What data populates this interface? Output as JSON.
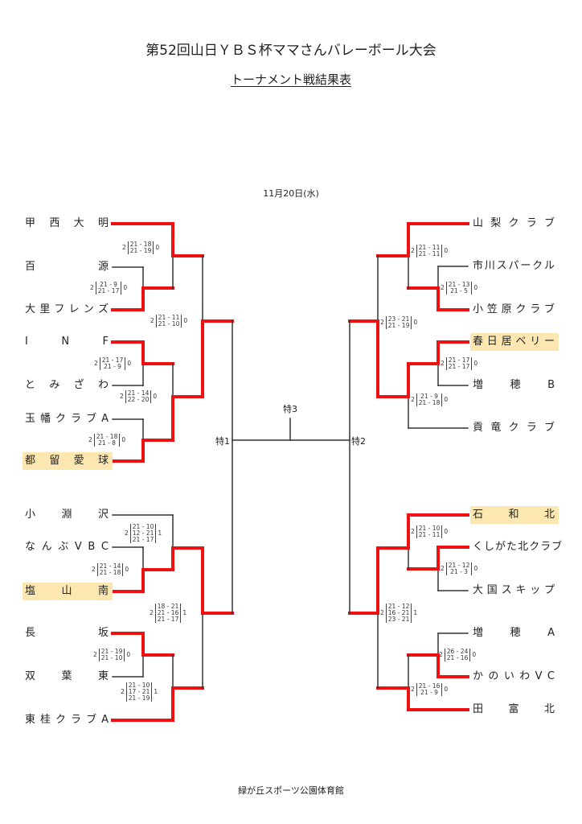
{
  "header": {
    "title": "第52回山日ＹＢＳ杯ママさんバレーボール大会",
    "subtitle": "トーナメント戦結果表",
    "date": "11月20日(水)"
  },
  "footer": {
    "venue": "緑が丘スポーツ公園体育館"
  },
  "colors": {
    "winner_line": "#ee1111",
    "loser_line": "#333333",
    "highlight": "#fde7b0"
  },
  "finals": {
    "left_label": "特1",
    "right_label": "特2",
    "center_label": "特3"
  },
  "left_teams": [
    {
      "name": "甲西大明",
      "highlight": false
    },
    {
      "name": "百源",
      "highlight": false
    },
    {
      "name": "大里フレンズ",
      "highlight": false
    },
    {
      "name": "INF",
      "highlight": false
    },
    {
      "name": "とみざわ",
      "highlight": false
    },
    {
      "name": "玉幡クラブA",
      "highlight": false
    },
    {
      "name": "都留愛球",
      "highlight": true
    },
    {
      "name": "小淵沢",
      "highlight": false
    },
    {
      "name": "なんぶVBC",
      "highlight": false
    },
    {
      "name": "塩山南",
      "highlight": true
    },
    {
      "name": "長坂",
      "highlight": false
    },
    {
      "name": "双葉東",
      "highlight": false
    },
    {
      "name": "東桂クラブA",
      "highlight": false
    }
  ],
  "right_teams": [
    {
      "name": "山梨クラブ",
      "highlight": false
    },
    {
      "name": "市川スパークル",
      "highlight": false
    },
    {
      "name": "小笠原クラブ",
      "highlight": false
    },
    {
      "name": "春日居ベリー",
      "highlight": true
    },
    {
      "name": "増穂B",
      "highlight": false
    },
    {
      "name": "貢竜クラブ",
      "highlight": false
    },
    {
      "name": "石和北",
      "highlight": true
    },
    {
      "name": "くしがた北クラブ",
      "highlight": false
    },
    {
      "name": "大国スキップ",
      "highlight": false
    },
    {
      "name": "増穂A",
      "highlight": false
    },
    {
      "name": "かのいわVC",
      "highlight": false
    },
    {
      "name": "田富北",
      "highlight": false
    }
  ],
  "matches": [
    {
      "id": "L1",
      "side": "left",
      "winner_sets": 2,
      "loser_sets": 0,
      "sets": [
        "21 - 9",
        "21 - 17"
      ],
      "winner": "大里フレンズ"
    },
    {
      "id": "L2",
      "side": "left",
      "winner_sets": 2,
      "loser_sets": 0,
      "sets": [
        "21 - 18",
        "21 - 19"
      ],
      "winner": "甲西大明"
    },
    {
      "id": "L3",
      "side": "left",
      "winner_sets": 2,
      "loser_sets": 0,
      "sets": [
        "21 - 17",
        "21 - 9"
      ],
      "winner": "INF"
    },
    {
      "id": "L4",
      "side": "left",
      "winner_sets": 2,
      "loser_sets": 0,
      "sets": [
        "21 - 18",
        "21 - 8"
      ],
      "winner": "都留愛球"
    },
    {
      "id": "L5",
      "side": "left",
      "winner_sets": 2,
      "loser_sets": 0,
      "sets": [
        "21 - 14",
        "22 - 20"
      ],
      "winner": "都留愛球"
    },
    {
      "id": "L6",
      "side": "left",
      "winner_sets": 2,
      "loser_sets": 0,
      "sets": [
        "21 - 11",
        "21 - 10"
      ],
      "winner": "都留愛球"
    },
    {
      "id": "L7",
      "side": "left",
      "winner_sets": 2,
      "loser_sets": 0,
      "sets": [
        "21 - 14",
        "21 - 18"
      ],
      "winner": "塩山南"
    },
    {
      "id": "L8",
      "side": "left",
      "winner_sets": 2,
      "loser_sets": 1,
      "sets": [
        "21 - 10",
        "12 - 21",
        "21 - 17"
      ],
      "winner": "塩山南"
    },
    {
      "id": "L9",
      "side": "left",
      "winner_sets": 2,
      "loser_sets": 0,
      "sets": [
        "21 - 19",
        "21 - 10"
      ],
      "winner": "長坂"
    },
    {
      "id": "L10",
      "side": "left",
      "winner_sets": 2,
      "loser_sets": 1,
      "sets": [
        "21 - 10",
        "17 - 21",
        "21 - 19"
      ],
      "winner": "東桂クラブA"
    },
    {
      "id": "L11",
      "side": "left",
      "winner_sets": 2,
      "loser_sets": 1,
      "sets": [
        "18 - 21",
        "21 - 16",
        "21 - 17"
      ],
      "winner": "塩山南"
    },
    {
      "id": "R1",
      "side": "right",
      "winner_sets": 2,
      "loser_sets": 0,
      "sets": [
        "21 - 13",
        "21 - 5"
      ],
      "winner": "小笠原クラブ"
    },
    {
      "id": "R2",
      "side": "right",
      "winner_sets": 2,
      "loser_sets": 0,
      "sets": [
        "21 - 11",
        "21 - 11"
      ],
      "winner": "山梨クラブ"
    },
    {
      "id": "R3",
      "side": "right",
      "winner_sets": 2,
      "loser_sets": 0,
      "sets": [
        "21 - 17",
        "21 - 17"
      ],
      "winner": "春日居ベリー"
    },
    {
      "id": "R4",
      "side": "right",
      "winner_sets": 2,
      "loser_sets": 0,
      "sets": [
        "21 - 9",
        "21 - 18"
      ],
      "winner": "春日居ベリー"
    },
    {
      "id": "R5",
      "side": "right",
      "winner_sets": 2,
      "loser_sets": 0,
      "sets": [
        "23 - 21",
        "21 - 19"
      ],
      "winner": "春日居ベリー"
    },
    {
      "id": "R6",
      "side": "right",
      "winner_sets": 2,
      "loser_sets": 0,
      "sets": [
        "21 - 12",
        "21 - 3"
      ],
      "winner": "くしがた北クラブ"
    },
    {
      "id": "R7",
      "side": "right",
      "winner_sets": 2,
      "loser_sets": 0,
      "sets": [
        "21 - 10",
        "21 - 11"
      ],
      "winner": "石和北"
    },
    {
      "id": "R8",
      "side": "right",
      "winner_sets": 2,
      "loser_sets": 0,
      "sets": [
        "26 - 24",
        "21 - 16"
      ],
      "winner": "かのいわVC"
    },
    {
      "id": "R9",
      "side": "right",
      "winner_sets": 2,
      "loser_sets": 0,
      "sets": [
        "21 - 16",
        "21 - 9"
      ],
      "winner": "かのいわVC"
    },
    {
      "id": "R10",
      "side": "right",
      "winner_sets": 2,
      "loser_sets": 1,
      "sets": [
        "21 - 12",
        "16 - 21",
        "23 - 21"
      ],
      "winner": "石和北"
    }
  ]
}
